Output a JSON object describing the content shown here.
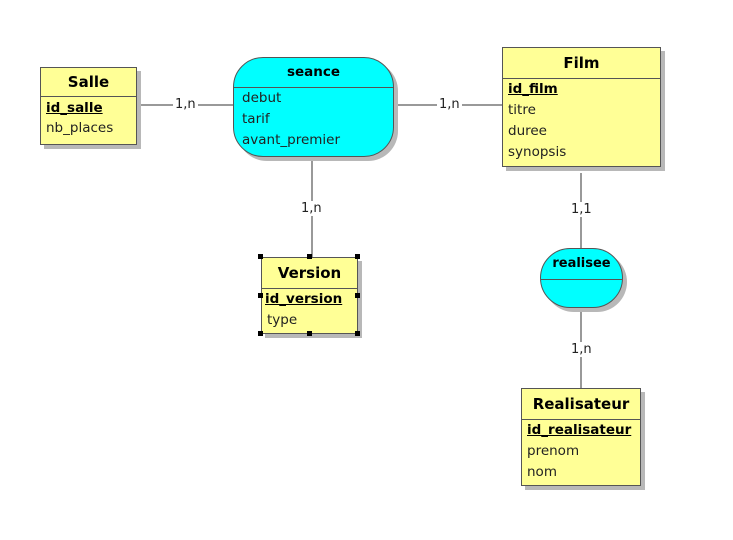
{
  "entities": {
    "salle": {
      "title": "Salle",
      "attrs": [
        "id_salle",
        "nb_places"
      ]
    },
    "film": {
      "title": "Film",
      "attrs": [
        "id_film",
        "titre",
        "duree",
        "synopsis"
      ]
    },
    "version": {
      "title": "Version",
      "attrs": [
        "id_version",
        "type"
      ]
    },
    "realisateur": {
      "title": "Realisateur",
      "attrs": [
        "id_realisateur",
        "prenom",
        "nom"
      ]
    }
  },
  "associations": {
    "seance": {
      "title": "seance",
      "attrs": [
        "debut",
        "tarif",
        "avant_premier"
      ]
    },
    "realisee": {
      "title": "realisee"
    }
  },
  "cardinalities": {
    "salle_seance": "1,n",
    "seance_film": "1,n",
    "seance_version": "1,n",
    "film_realisee": "1,1",
    "realisee_realisateur": "1,n"
  },
  "colors": {
    "entity_fill": "#ffff96",
    "association_fill": "#00ffff",
    "border": "#555555"
  }
}
